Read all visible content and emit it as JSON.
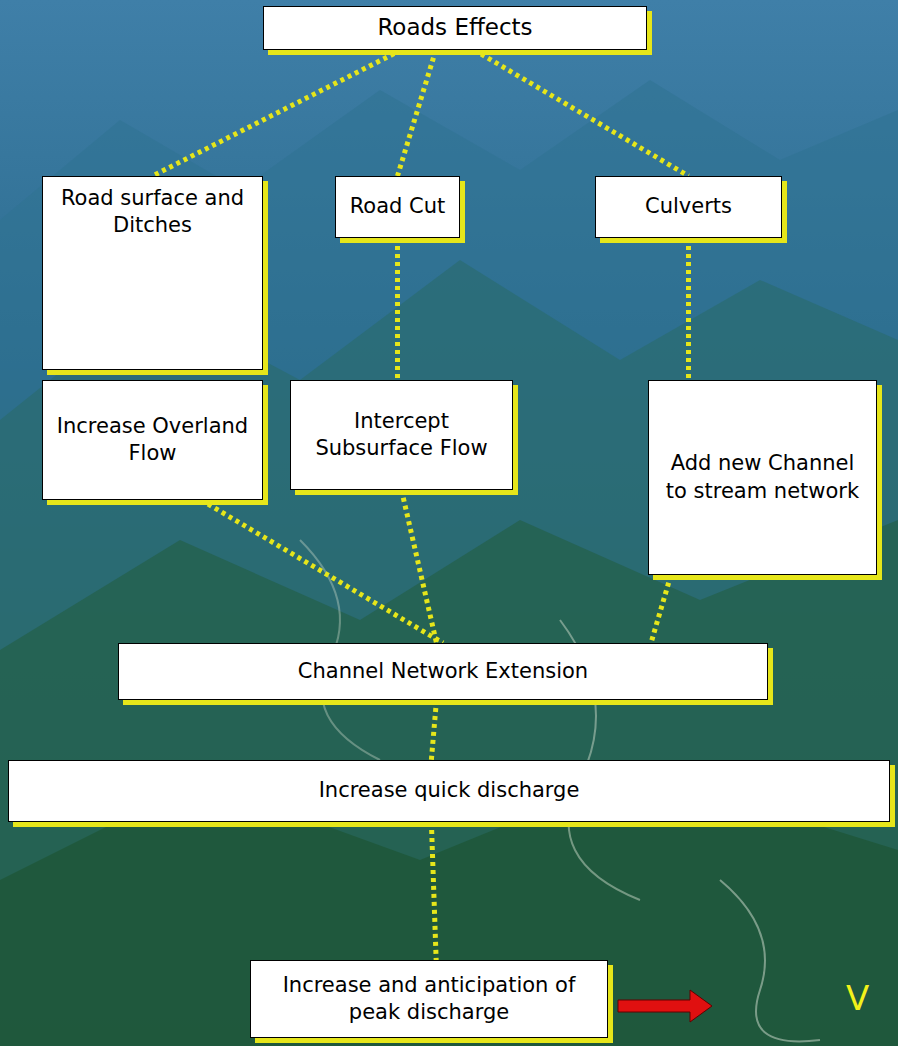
{
  "diagram": {
    "nodes": [
      {
        "text": [
          "Roads Effects"
        ]
      },
      {
        "text": [
          "Road surface and Ditches"
        ]
      },
      {
        "text": [
          "Road Cut"
        ]
      },
      {
        "text": [
          "Culverts"
        ]
      },
      {
        "text": [
          "Increase Overland Flow"
        ]
      },
      {
        "text": [
          "Intercept Subsurface Flow"
        ]
      },
      {
        "text": [
          "Add new Channel to stream network"
        ]
      },
      {
        "text": [
          "Channel Network Extension"
        ]
      },
      {
        "text": [
          "Increase quick discharge"
        ]
      },
      {
        "text": [
          "Increase and anticipation of peak discharge"
        ]
      }
    ],
    "edges": [
      {
        "from": 0,
        "to": 1,
        "arrow": "none"
      },
      {
        "from": 0,
        "to": 2,
        "arrow": "none"
      },
      {
        "from": 0,
        "to": 3,
        "arrow": "none"
      },
      {
        "from": 2,
        "to": 5,
        "arrow": "none"
      },
      {
        "from": 3,
        "to": 6,
        "arrow": "none"
      },
      {
        "from": 4,
        "to": 7,
        "arrow": "none"
      },
      {
        "from": 5,
        "to": 7,
        "arrow": "none"
      },
      {
        "from": 6,
        "to": 7,
        "arrow": "none"
      },
      {
        "from": 7,
        "to": 8,
        "arrow": "none"
      },
      {
        "from": 8,
        "to": 9,
        "arrow": "none"
      }
    ],
    "labels": [
      "V"
    ]
  }
}
